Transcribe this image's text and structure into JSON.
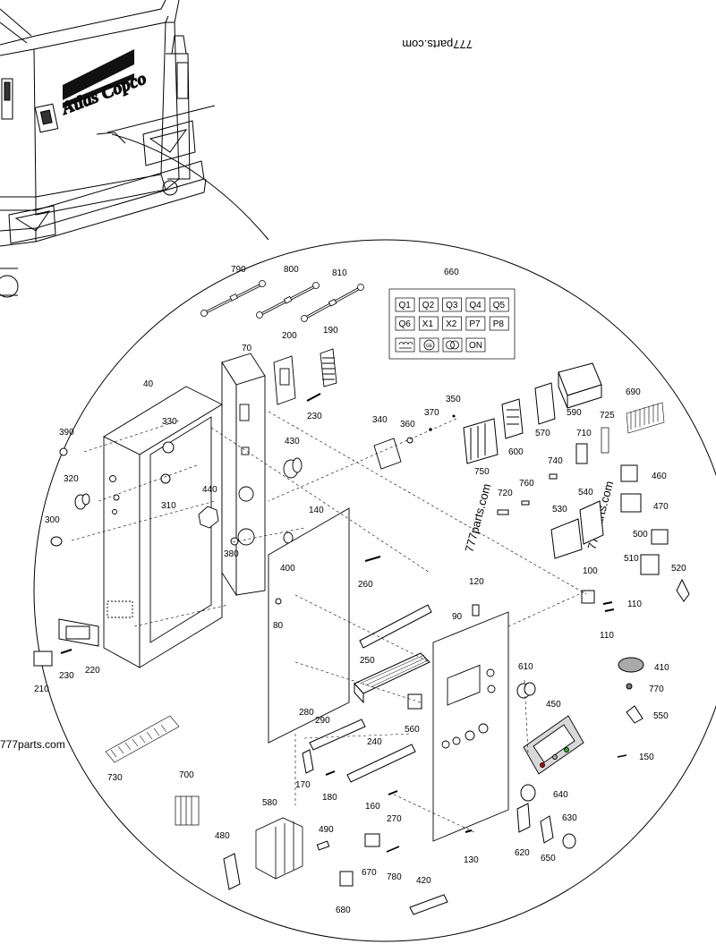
{
  "brand": {
    "logo_text": "Atlas Copco"
  },
  "watermarks": [
    "777parts.com",
    "777parts.com",
    "777parts.com",
    "777parts.com"
  ],
  "legend": {
    "ref": "660",
    "rows": [
      [
        "Q1",
        "Q2",
        "Q3",
        "Q4",
        "Q5"
      ],
      [
        "Q6",
        "X1",
        "X2",
        "P7",
        "P8"
      ]
    ],
    "on_label": "ON",
    "symbols": [
      "coil-symbol",
      "ge-symbol",
      "transformer-symbol"
    ],
    "ge_text": "GE"
  },
  "labels": {
    "l790": "790",
    "l800": "800",
    "l810": "810",
    "l660": "660",
    "l70": "70",
    "l200": "200",
    "l190": "190",
    "l230a": "230",
    "l350": "350",
    "l370": "370",
    "l360": "360",
    "l340": "340",
    "l40": "40",
    "l390": "390",
    "l330": "330",
    "l430": "430",
    "l320": "320",
    "l310": "310",
    "l440": "440",
    "l300": "300",
    "l380": "380",
    "l400": "400",
    "l140": "140",
    "l260": "260",
    "l80": "80",
    "l750": "750",
    "l600": "600",
    "l570": "570",
    "l590": "590",
    "l690": "690",
    "l725": "725",
    "l710": "710",
    "l740": "740",
    "l760": "760",
    "l720": "720",
    "l540": "540",
    "l530": "530",
    "l460": "460",
    "l470": "470",
    "l500": "500",
    "l510": "510",
    "l520": "520",
    "l100": "100",
    "l110a": "110",
    "l110b": "110",
    "l120": "120",
    "l90": "90",
    "l610": "610",
    "l410": "410",
    "l770": "770",
    "l450": "450",
    "l550": "550",
    "l150": "150",
    "l210": "210",
    "l230b": "230",
    "l220": "220",
    "l250": "250",
    "l560": "560",
    "l280": "280",
    "l290": "290",
    "l240": "240",
    "l170": "170",
    "l180": "180",
    "l160": "160",
    "l270": "270",
    "l730": "730",
    "l700": "700",
    "l580": "580",
    "l480": "480",
    "l490": "490",
    "l670": "670",
    "l780": "780",
    "l680": "680",
    "l420": "420",
    "l130": "130",
    "l640": "640",
    "l620": "620",
    "l650": "650",
    "l630": "630"
  }
}
